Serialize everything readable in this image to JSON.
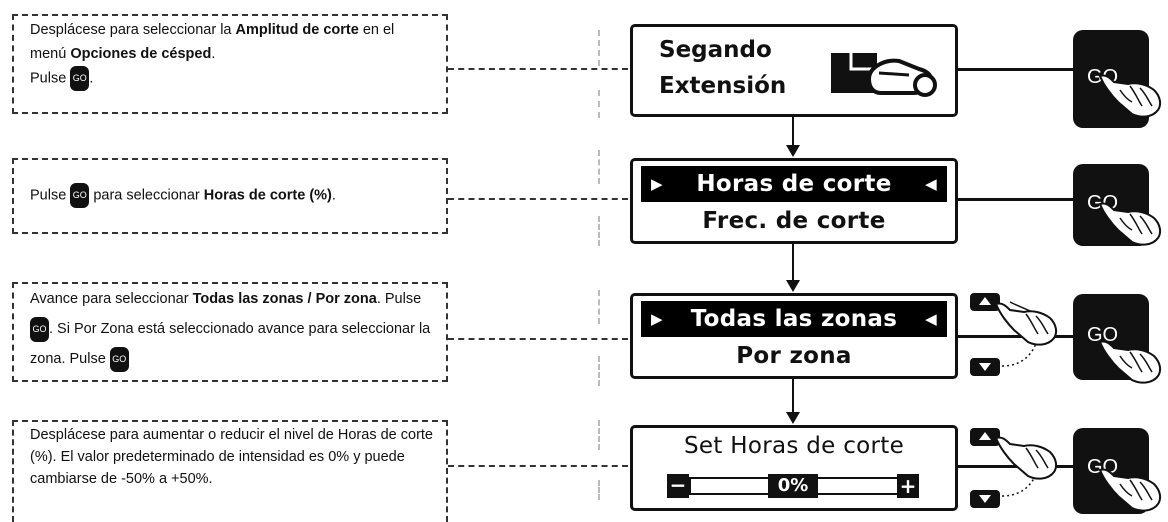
{
  "notes": {
    "n1": {
      "t1": "Desplácese para seleccionar la ",
      "b1": "Amplitud de corte",
      "t2": " en el menú ",
      "b2": "Opciones de césped",
      "t3": ".",
      "t4": "Pulse ",
      "t5": "."
    },
    "n2": {
      "t1": "Pulse ",
      "t2": " para seleccionar ",
      "b1": "Horas de corte (%)",
      "t3": "."
    },
    "n3": {
      "t1": "Avance para seleccionar ",
      "b1": "Todas las zonas / Por zona",
      "t2": ". Pulse ",
      "t3": ". Si Por Zona está seleccionado avance para seleccionar la zona. Pulse "
    },
    "n4": {
      "t1": "Desplácese para aumentar o reducir el nivel de Horas de corte (%). El valor predeterminado de intensidad es 0% y puede cambiarse de -50% a +50%."
    }
  },
  "go_label": "GO",
  "screens": {
    "s1": {
      "line1": "Segando",
      "line2": "Extensión"
    },
    "s2": {
      "line1": "Horas de corte",
      "line2": "Frec. de corte"
    },
    "s3": {
      "line1": "Todas las zonas",
      "line2": "Por zona"
    },
    "s4": {
      "line1": "Set Horas de corte",
      "value": "0%",
      "minus": "−",
      "plus": "+"
    }
  },
  "markers": {
    "left": "▶",
    "right": "◀"
  }
}
